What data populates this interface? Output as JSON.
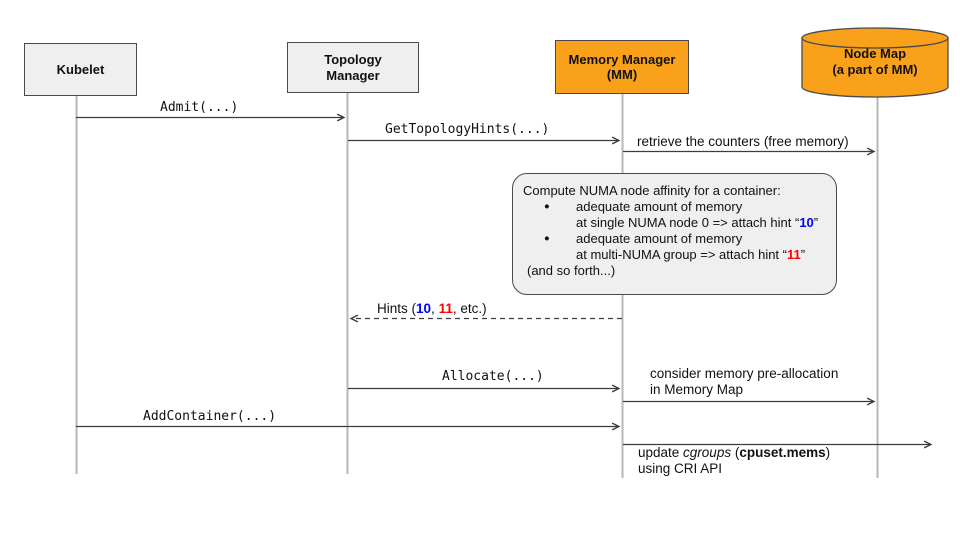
{
  "colors": {
    "orange": "#F9A11B",
    "box_fill_gray": "#EFEFEF",
    "border_dark": "#4A4A4A",
    "lifeline_gray": "#B7B7B7",
    "arrow_dark": "#3D3D3D",
    "hint_blue": "#0000FF",
    "hint_red": "#FF0000"
  },
  "actors": {
    "kubelet": {
      "label": "Kubelet"
    },
    "topology_manager": {
      "line1": "Topology",
      "line2": "Manager"
    },
    "memory_manager": {
      "line1": "Memory Manager",
      "line2": "(MM)"
    },
    "node_map": {
      "line1": "Node Map",
      "line2": "(a part of MM)"
    }
  },
  "messages": {
    "admit": {
      "label": "Admit(...)"
    },
    "get_topology_hints": {
      "label": "GetTopologyHints(...)"
    },
    "retrieve_counters": {
      "label": "retrieve the counters (free memory)"
    },
    "hints": {
      "prefix": "Hints (",
      "hint_blue": "10",
      "comma": ", ",
      "hint_red": "11",
      "suffix": ", etc.)"
    },
    "allocate": {
      "label": "Allocate(...)"
    },
    "consider": {
      "line1": "consider memory pre-allocation",
      "line2": "in Memory Map"
    },
    "add_container": {
      "label": "AddContainer(...)"
    },
    "update_cgroups": {
      "pre": "update ",
      "italic": "cgroups",
      "mid": " (",
      "bold": "cpuset.mems",
      "post": ")",
      "line2": "using CRI API"
    }
  },
  "note": {
    "title": "Compute NUMA node affinity for a container:",
    "bullet": "●",
    "b1_l1": "adequate amount of memory",
    "b1_l2_pre": "at single NUMA node 0 => attach hint “",
    "b1_hint": "10",
    "b1_l2_post": "”",
    "b2_l1": "adequate amount of memory",
    "b2_l2_pre": "at multi-NUMA group => attach hint “",
    "b2_hint": "11",
    "b2_l2_post": "”",
    "footer": "(and so forth...)"
  }
}
